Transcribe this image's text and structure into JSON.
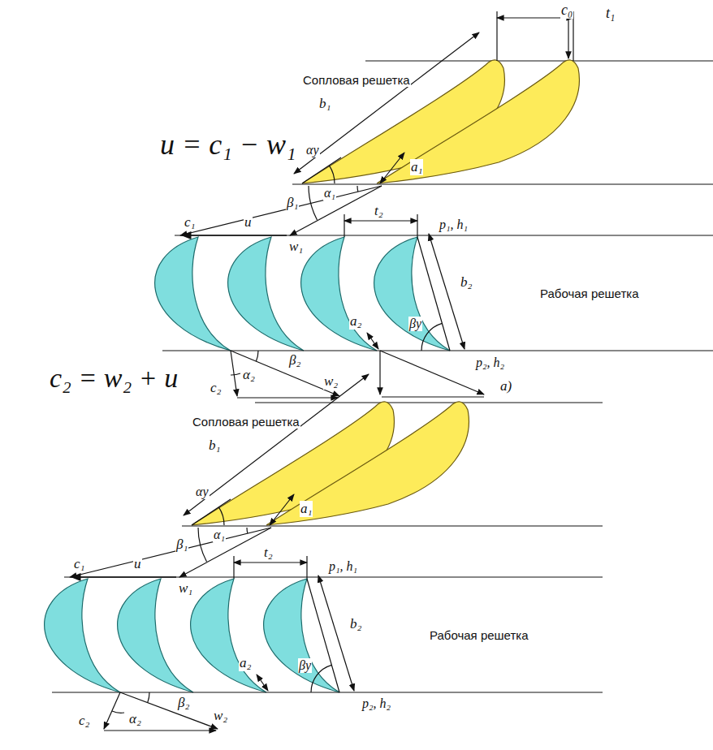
{
  "diagram": {
    "labels": [
      "c₀",
      "t₁",
      "Сопловая решетка",
      "b₁",
      "αу",
      "a₁",
      "u = c₁ − w₁",
      "β₁",
      "α₁",
      "c₁",
      "u",
      "w₁",
      "t₂",
      "p₁, h₁",
      "Рабочая решетка",
      "b₂",
      "a₂",
      "βу",
      "β₂",
      "α₂",
      "c₂",
      "w₂",
      "p₂, h₂",
      "a)",
      "c₂ = w₂ + u",
      "b₁",
      "Сопловая решетка",
      "αу",
      "a₁",
      "β₁",
      "α₁",
      "c₁",
      "u",
      "w₁",
      "t₂",
      "p₁, h₁",
      "b₂",
      "Рабочая решетка",
      "a₂",
      "βу",
      "β₂",
      "α₂",
      "c₂",
      "w₂",
      "p₂, h₂"
    ]
  }
}
